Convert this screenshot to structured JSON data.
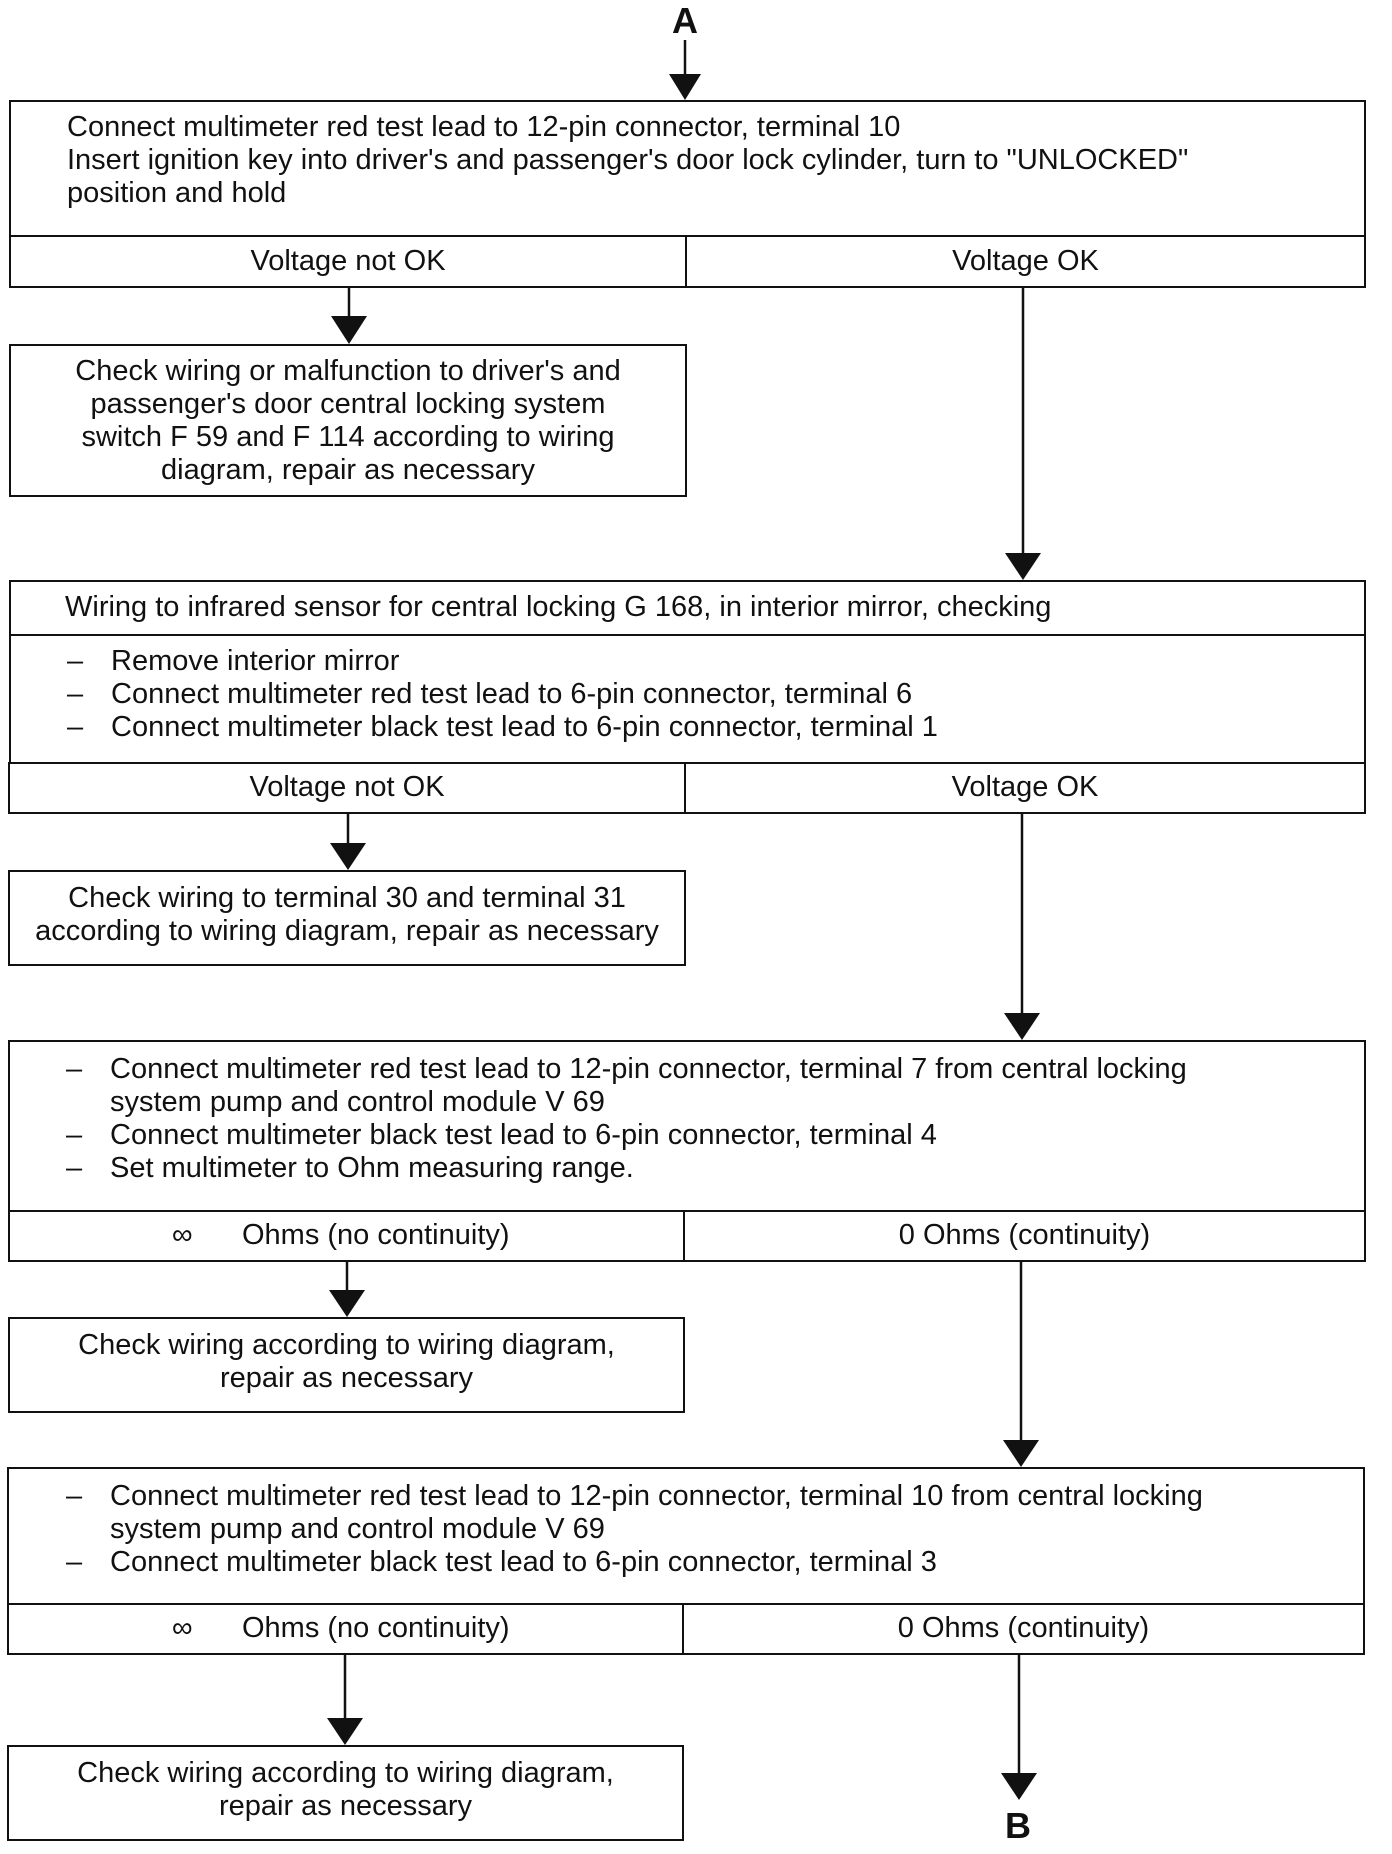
{
  "connectors": {
    "top": "A",
    "bottom": "B"
  },
  "step1": {
    "lines": [
      "Connect multimeter red test lead to 12-pin connector, terminal 10",
      "Insert ignition key into driver's and passenger's door lock cylinder, turn to \"UNLOCKED\"",
      "position and hold"
    ],
    "left": "Voltage not OK",
    "right": "Voltage OK",
    "action": [
      "Check wiring or malfunction to driver's and",
      "passenger's door central locking system",
      "switch F 59 and F 114 according to wiring",
      "diagram, repair as necessary"
    ]
  },
  "step2": {
    "title": "Wiring to infrared sensor for central locking G 168, in interior mirror, checking",
    "dash": "–",
    "items": [
      "Remove interior mirror",
      "Connect multimeter red test lead to 6-pin connector, terminal 6",
      "Connect multimeter black test lead to 6-pin connector, terminal 1"
    ],
    "left": "Voltage not OK",
    "right": "Voltage OK",
    "action": [
      "Check wiring to terminal 30 and terminal 31",
      "according to wiring diagram, repair as necessary"
    ]
  },
  "step3": {
    "dash": "–",
    "item1": [
      "Connect multimeter red test lead to 12-pin connector, terminal 7 from central locking",
      "system pump and control module V 69"
    ],
    "item2": "Connect multimeter black test lead to 6-pin connector, terminal 4",
    "item3": "Set multimeter to Ohm measuring range.",
    "left_symbol": "∞",
    "left": "Ohms (no continuity)",
    "right": "0 Ohms (continuity)",
    "action": [
      "Check wiring according to wiring diagram,",
      "repair as necessary"
    ]
  },
  "step4": {
    "dash": "–",
    "item1": [
      "Connect multimeter red test lead to 12-pin connector, terminal 10 from central locking",
      "system pump and control module V 69"
    ],
    "item2": "Connect multimeter black test lead to 6-pin connector, terminal 3",
    "left_symbol": "∞",
    "left": "Ohms (no continuity)",
    "right": "0 Ohms (continuity)",
    "action": [
      "Check wiring according to wiring diagram,",
      "repair as necessary"
    ]
  }
}
